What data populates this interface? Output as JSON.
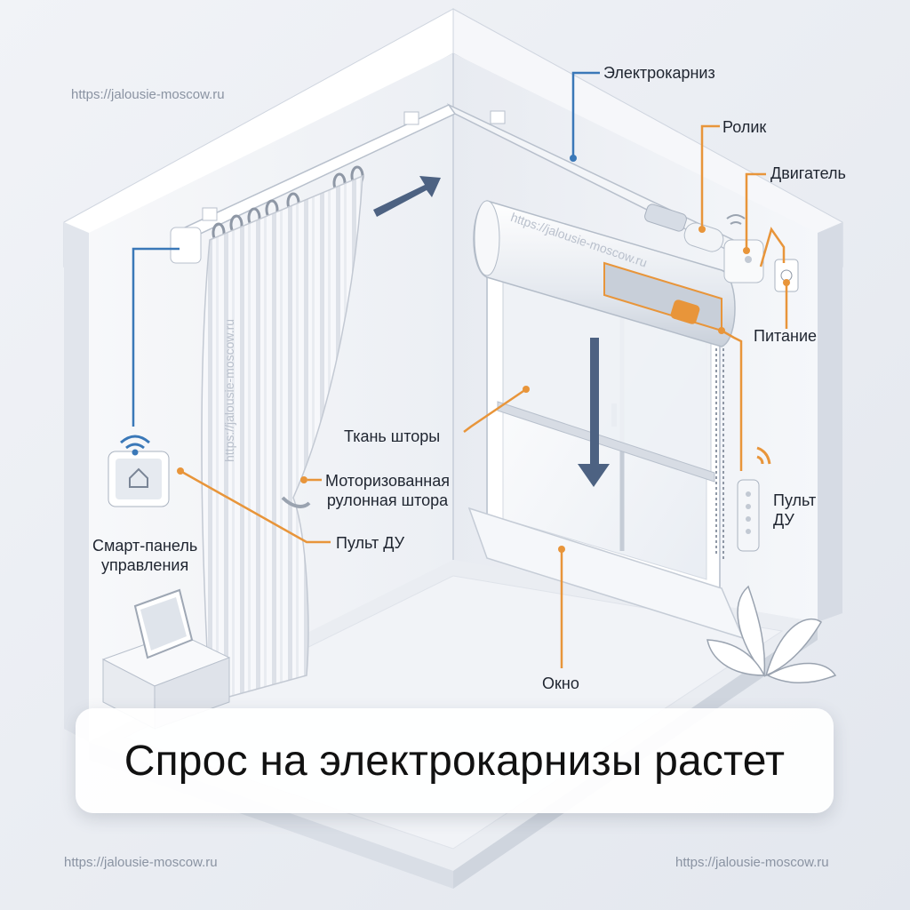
{
  "labels": {
    "rail": "Электрокарниз",
    "roller": "Ролик",
    "motor": "Двигатель",
    "power": "Питание",
    "fabric": "Ткань шторы",
    "motorized_blind": "Моторизованная\nрулонная штора",
    "remote_mid": "Пульт ДУ",
    "remote_right": "Пульт\nДУ",
    "smart_panel": "Смарт-панель\nуправления",
    "window": "Окно"
  },
  "watermarks": {
    "top_left": "https://jalousie-moscow.ru",
    "bottom_left": "https://jalousie-moscow.ru",
    "bottom_right": "https://jalousie-moscow.ru",
    "diagonal_top": "https://jalousie-moscow.ru",
    "vertical_left": "https://jalousie-moscow.ru"
  },
  "banner": {
    "title": "Спрос на электрокарнизы растет"
  },
  "colors": {
    "leader_blue": "#3a78b8",
    "leader_orange": "#e89a3c",
    "wall": "#f4f6f9",
    "wall_shade": "#dde2ea"
  }
}
